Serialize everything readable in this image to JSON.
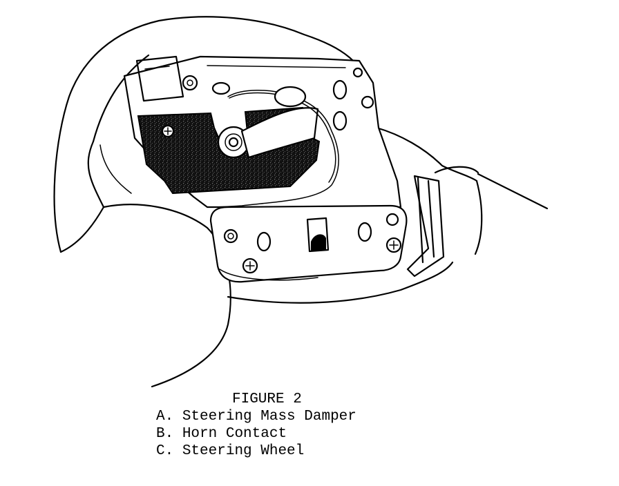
{
  "figure": {
    "title": "FIGURE 2",
    "items": [
      {
        "letter": "A.",
        "text": "Steering Mass Damper"
      },
      {
        "letter": "B.",
        "text": "Horn Contact"
      },
      {
        "letter": "C.",
        "text": "Steering Wheel"
      }
    ]
  }
}
